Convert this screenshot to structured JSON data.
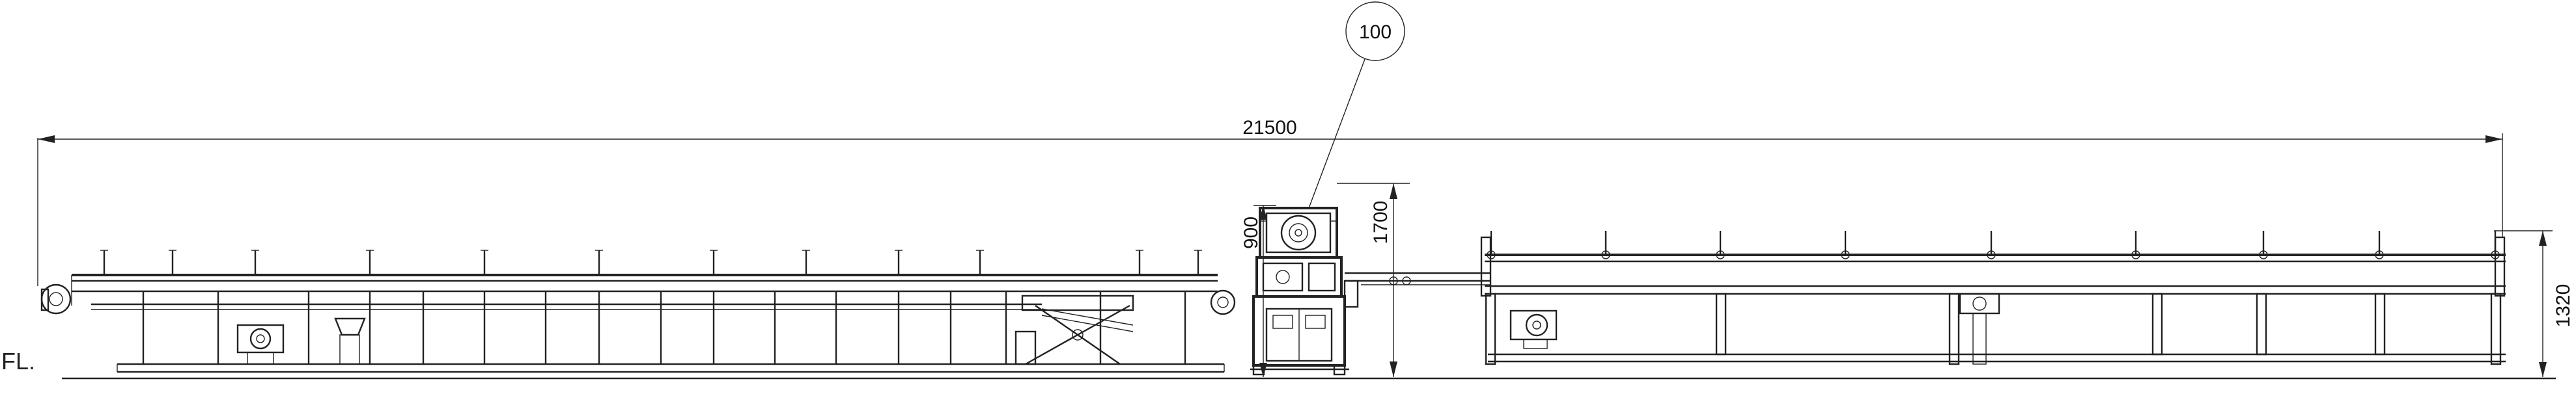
{
  "drawing": {
    "overall_length": "21500",
    "machine_height": "1700",
    "head_height": "900",
    "outfeed_height": "1320",
    "floor_label": "FL.",
    "balloon_label": "100",
    "line_color": "#222222",
    "background": "#ffffff"
  }
}
